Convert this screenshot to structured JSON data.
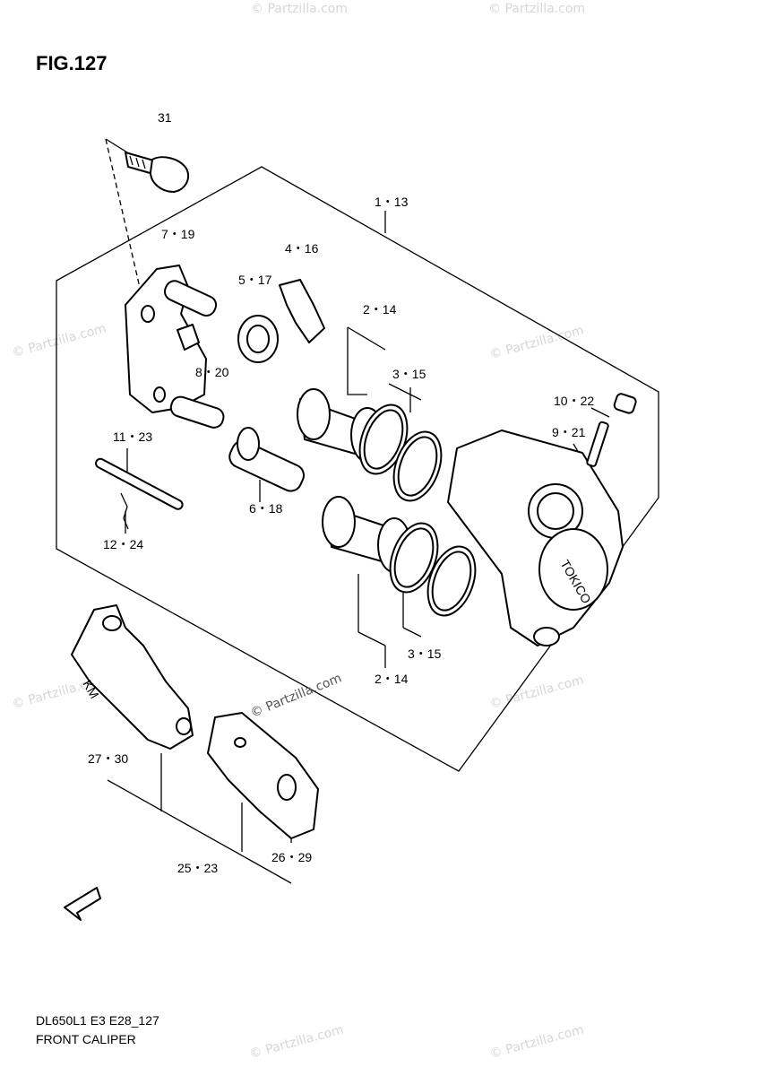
{
  "figure": {
    "title": "FIG.127"
  },
  "footer": {
    "code": "DL650L1 E3 E28_127",
    "name": "FRONT CALIPER"
  },
  "watermark": {
    "text": "© Partzilla.com",
    "center_text": "© Partzilla.com"
  },
  "callouts": {
    "c31": "31",
    "c1_13": "1・13",
    "c7_19": "7・19",
    "c4_16": "4・16",
    "c5_17": "5・17",
    "c2_14_top": "2・14",
    "c8_20": "8・20",
    "c3_15_top": "3・15",
    "c10_22": "10・22",
    "c9_21": "9・21",
    "c11_23": "11・23",
    "c6_18": "6・18",
    "c12_24": "12・24",
    "c3_15_bot": "3・15",
    "c2_14_bot": "2・14",
    "c27_30": "27・30",
    "c25_23": "25・23",
    "c26_29": "26・29"
  },
  "caliper_text": "TOKICO",
  "pad_text": "KM"
}
